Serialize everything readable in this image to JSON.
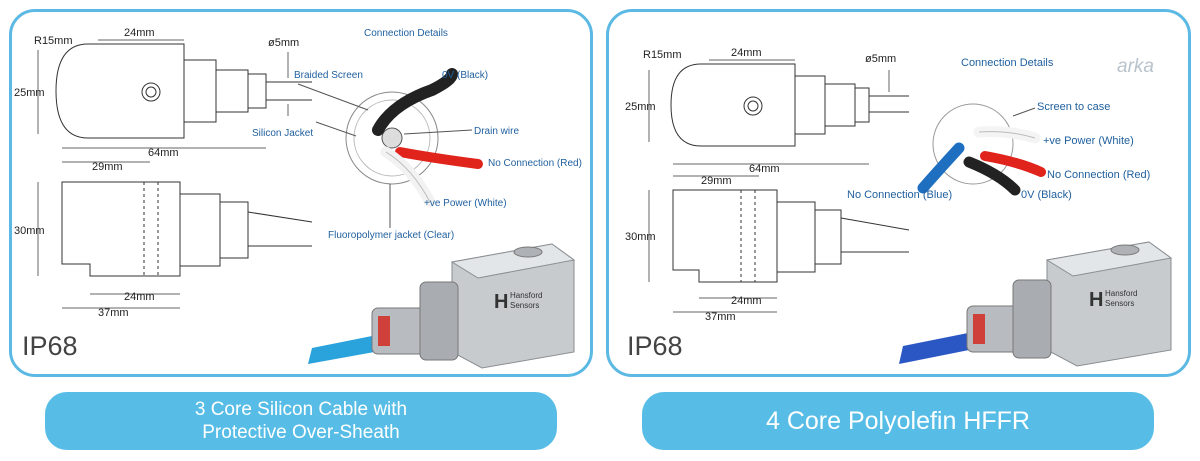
{
  "colors": {
    "accent": "#57bde6",
    "border": "#5bb9e4",
    "label_blue": "#1f5f9e",
    "cable_left": "#2aa3dd",
    "cable_right": "#2a57c4"
  },
  "left": {
    "dims": {
      "radius": "R15mm",
      "top_width": "24mm",
      "diameter": "ø5mm",
      "height_top": "25mm",
      "total_length": "64mm",
      "body_length": "29mm",
      "height_side": "30mm",
      "base_width": "24mm",
      "base_length": "37mm"
    },
    "connection_title": "Connection Details",
    "labels": {
      "braided_screen": "Braided Screen",
      "silicon_jacket": "Silicon Jacket",
      "black": "0V (Black)",
      "drain": "Drain wire",
      "red": "No Connection (Red)",
      "white": "+ve Power (White)",
      "fluoro": "Fluoropolymer jacket (Clear)"
    },
    "rating": "IP68",
    "caption_line1": "3 Core Silicon Cable with",
    "caption_line2": "Protective Over-Sheath"
  },
  "right": {
    "dims": {
      "radius": "R15mm",
      "top_width": "24mm",
      "diameter": "ø5mm",
      "height_top": "25mm",
      "total_length": "64mm",
      "body_length": "29mm",
      "height_side": "30mm",
      "base_width": "24mm",
      "base_length": "37mm"
    },
    "connection_title": "Connection Details",
    "labels": {
      "screen": "Screen to case",
      "white": "+ve Power (White)",
      "red": "No Connection (Red)",
      "blue": "No Connection (Blue)",
      "black": "0V (Black)"
    },
    "rating": "IP68",
    "logo": "arka",
    "caption": "4 Core Polyolefin HFFR"
  },
  "sensor": {
    "brand_line1": "Hansford",
    "brand_line2": "Sensors"
  }
}
